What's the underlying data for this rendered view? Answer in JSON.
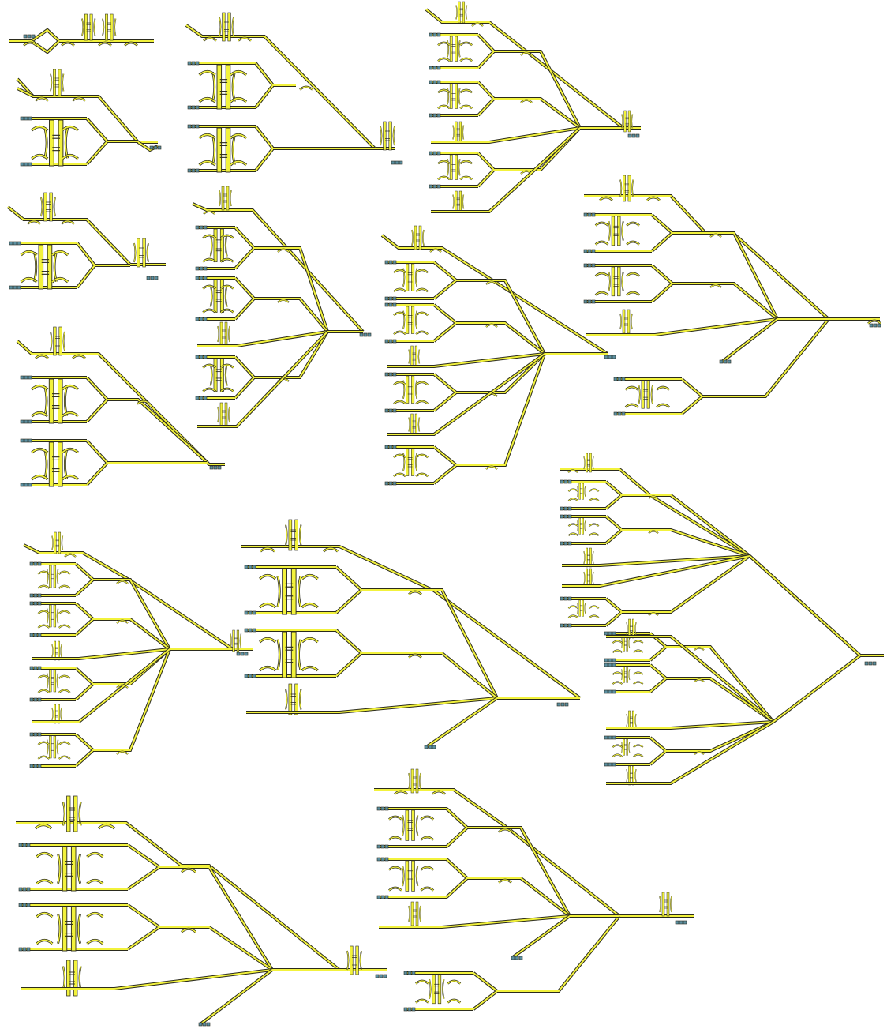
{
  "diagram": {
    "kind": "photonic-circuit-layout",
    "colors": {
      "background": "#ffffff",
      "waveguide_fill": "#f2f23c",
      "outline": "#2b2b1e",
      "port_pad": "#5a8fa0"
    },
    "elements": [
      "waveguide-tree",
      "mzi-phase-shifter",
      "y-branch-splitter",
      "directional-coupler",
      "io-port-pad"
    ]
  }
}
